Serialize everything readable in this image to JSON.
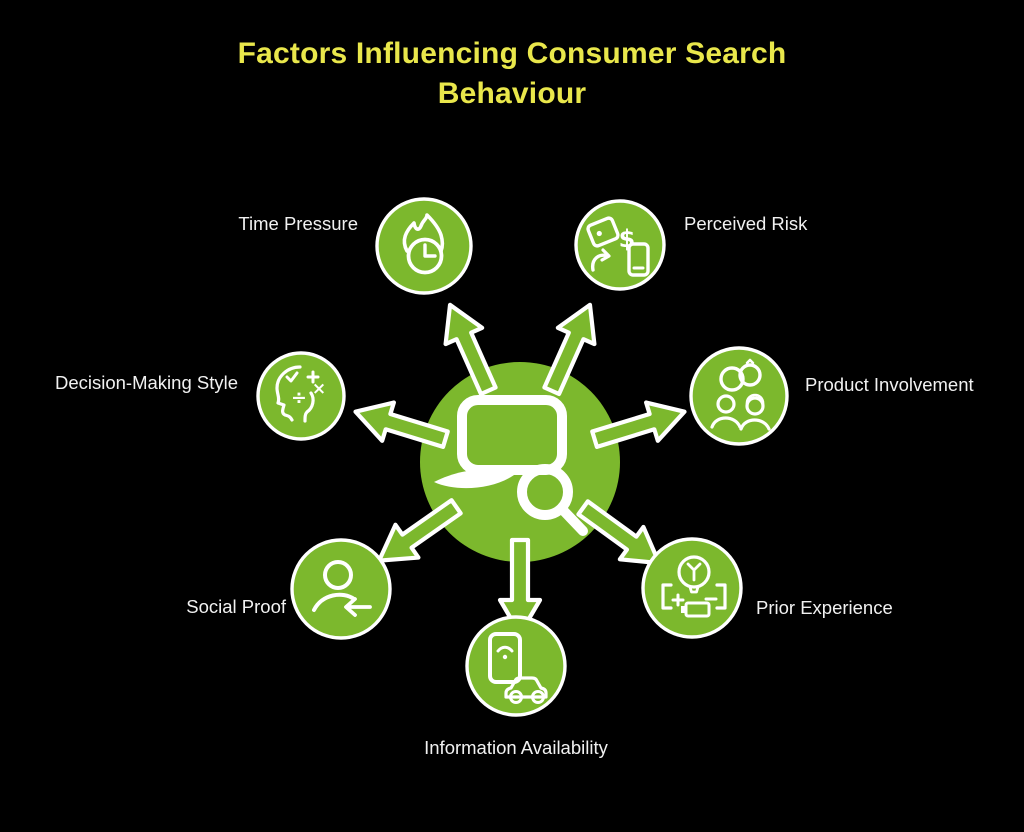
{
  "title_line1": "Factors Influencing Consumer Search",
  "title_line2": "Behaviour",
  "colors": {
    "background": "#000000",
    "accent_green": "#7CB82D",
    "title_yellow": "#E9E74B",
    "label_white": "#F1F1F1",
    "icon_white": "#FFFFFF"
  },
  "center": {
    "icon": "laptop-search-icon"
  },
  "factors": [
    {
      "label": "Time Pressure",
      "icon": "burning-clock-icon",
      "position": "top-left"
    },
    {
      "label": "Perceived Risk",
      "icon": "money-device-exchange-icon",
      "position": "top-right"
    },
    {
      "label": "Decision-Making Style",
      "icon": "head-math-symbols-icon",
      "position": "left"
    },
    {
      "label": "Product Involvement",
      "icon": "people-rings-icon",
      "position": "right"
    },
    {
      "label": "Social Proof",
      "icon": "person-arrow-icon",
      "position": "bottom-left"
    },
    {
      "label": "Prior Experience",
      "icon": "bulb-battery-icon",
      "position": "bottom-right"
    },
    {
      "label": "Information Availability",
      "icon": "phone-car-icon",
      "position": "bottom"
    }
  ]
}
